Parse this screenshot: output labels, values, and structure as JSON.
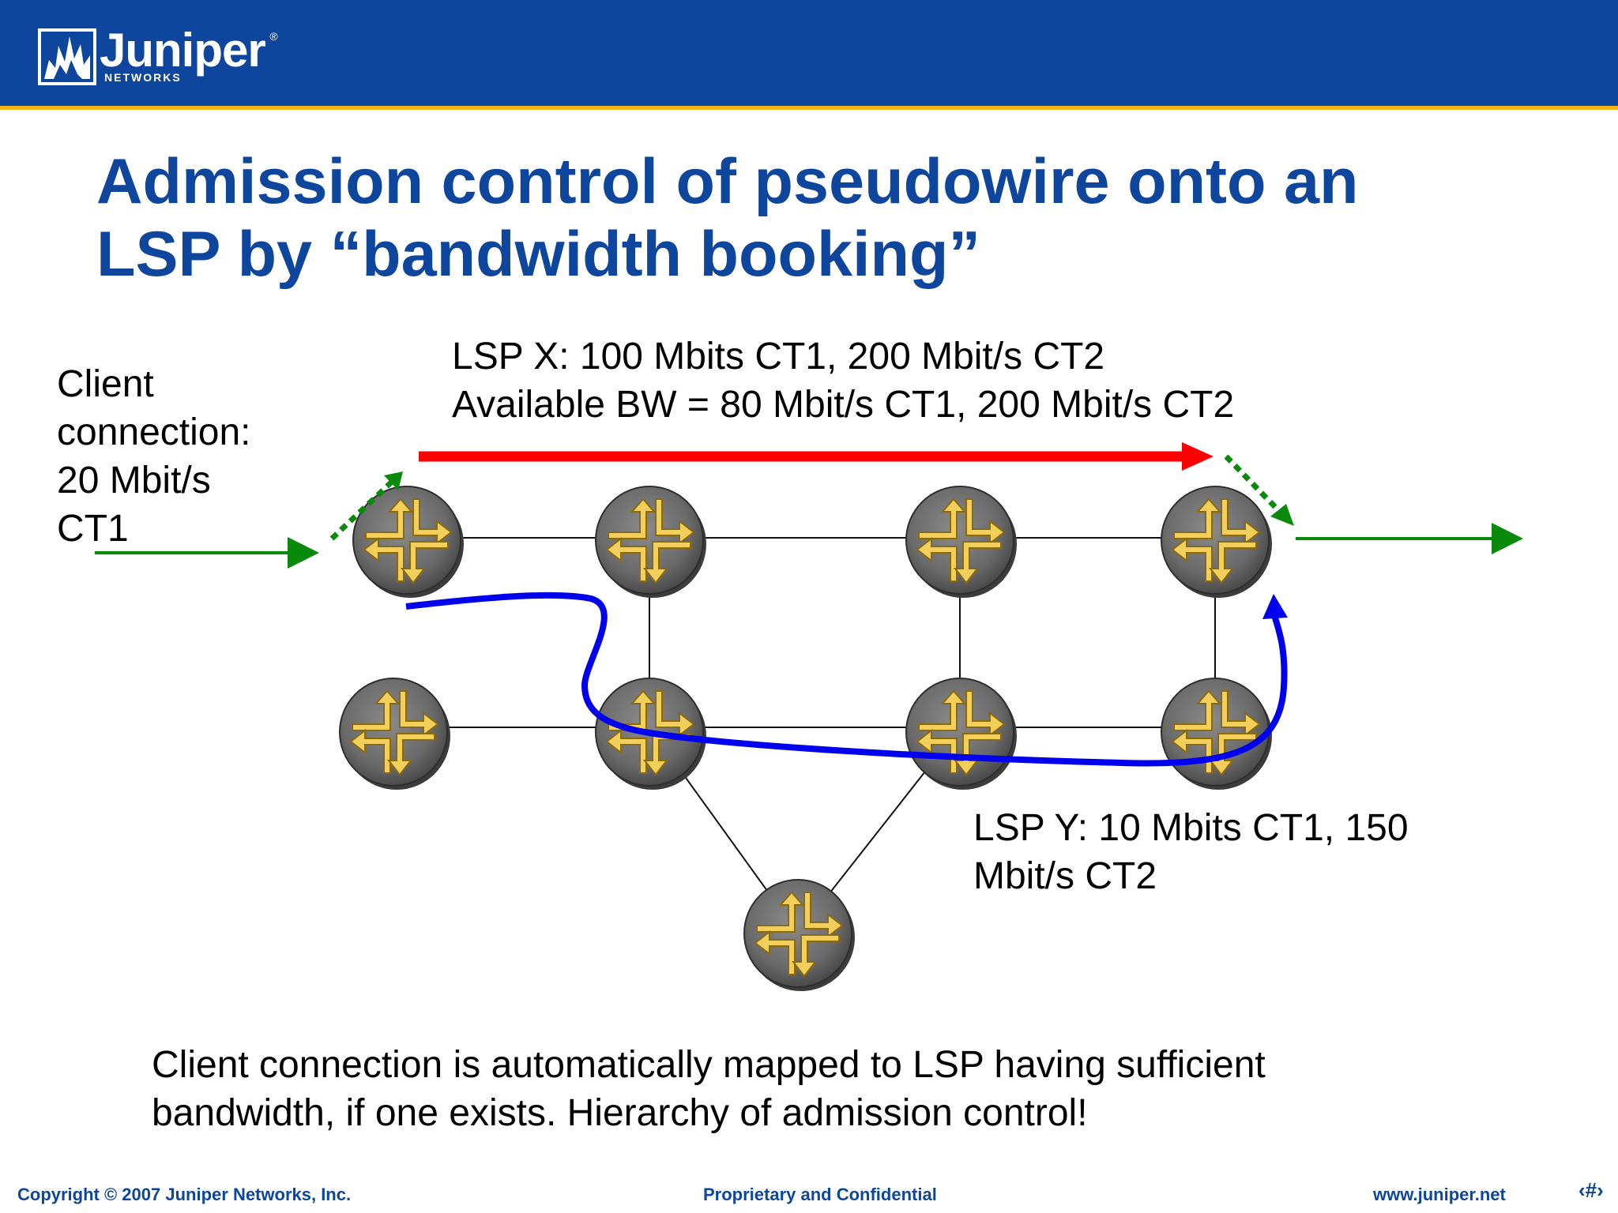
{
  "brand": {
    "name": "Juniper",
    "sub": "NETWORKS",
    "registered": "®",
    "header_color": "#0d469c",
    "stripe_color": "#f2b417"
  },
  "title": {
    "line1": "Admission control of pseudowire onto an",
    "line2": "LSP by “bandwidth booking”"
  },
  "client": {
    "lines": [
      "Client",
      "connection:",
      "20 Mbit/s",
      "CT1"
    ]
  },
  "lsp_x": {
    "line1": "LSP X: 100 Mbits CT1, 200 Mbit/s CT2",
    "line2": "Available BW = 80 Mbit/s CT1, 200 Mbit/s CT2",
    "color": "#ff0000"
  },
  "lsp_y": {
    "line1": "LSP Y: 10 Mbits CT1, 150",
    "line2": "Mbit/s CT2",
    "color": "#0000ee"
  },
  "client_path_color": "#0a8a0a",
  "router_icon": "router-icon",
  "summary": {
    "line1": "Client connection is automatically mapped to LSP having sufficient",
    "line2": "bandwidth, if one exists. Hierarchy of admission control!"
  },
  "footer": {
    "copyright": "Copyright © 2007 Juniper Networks, Inc.",
    "confidential": "Proprietary and Confidential",
    "website": "www.juniper.net",
    "page": "‹#›"
  }
}
